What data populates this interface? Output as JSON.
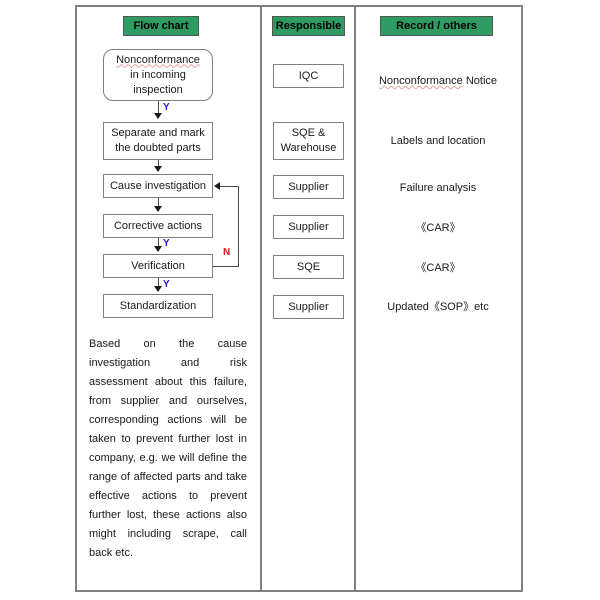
{
  "colors": {
    "header_green": "#2e9b63",
    "frame_border": "#808080",
    "box_border": "#7f7f7f",
    "yes_label": "#1d1ddb",
    "no_label": "#dd1111",
    "spellcheck_underline": "#e8a0a0"
  },
  "columns": {
    "flow": {
      "header": "Flow chart",
      "steps": [
        {
          "id": "nonconformance",
          "label": "Nonconformance\nin incoming\ninspection",
          "line1": "Nonconformance",
          "line2": "in incoming",
          "line3": "inspection",
          "shape": "rounded-rect",
          "spellcheck": true
        },
        {
          "id": "separate",
          "label": "Separate and mark\nthe doubted parts",
          "line1": "Separate and mark",
          "line2": "the doubted parts",
          "shape": "rect"
        },
        {
          "id": "cause-investigation",
          "label": "Cause investigation",
          "shape": "rect"
        },
        {
          "id": "corrective-actions",
          "label": "Corrective actions",
          "shape": "rect"
        },
        {
          "id": "verification",
          "label": "Verification",
          "shape": "rect"
        },
        {
          "id": "standardization",
          "label": "Standardization",
          "shape": "rect"
        }
      ],
      "branch_labels": {
        "yes_1": "Y",
        "yes_2": "Y",
        "yes_3": "Y",
        "no_1": "N"
      }
    },
    "responsible": {
      "header": "Responsible",
      "items": [
        {
          "id": "iqc",
          "label": "IQC"
        },
        {
          "id": "sqe-warehouse",
          "label": "SQE &\nWarehouse",
          "line1": "SQE &",
          "line2": "Warehouse"
        },
        {
          "id": "supplier-1",
          "label": "Supplier"
        },
        {
          "id": "supplier-2",
          "label": "Supplier"
        },
        {
          "id": "sqe",
          "label": "SQE"
        },
        {
          "id": "supplier-3",
          "label": "Supplier"
        }
      ]
    },
    "record": {
      "header": "Record / others",
      "items": [
        {
          "id": "nonconformance-notice",
          "word_spellcheck": "Nonconformance",
          "rest": " Notice",
          "label": "Nonconformance Notice"
        },
        {
          "id": "labels-and-location",
          "label": "Labels and location"
        },
        {
          "id": "failure-analysis",
          "label": "Failure analysis"
        },
        {
          "id": "car-1",
          "label": "《CAR》"
        },
        {
          "id": "car-2",
          "label": "《CAR》"
        },
        {
          "id": "updated-sop",
          "label": "Updated《SOP》etc"
        }
      ]
    }
  },
  "paragraph": {
    "text": "Based on the cause investigation and risk assessment about this failure, from supplier and ourselves, corresponding actions will be taken to prevent further lost in company, e.g. we will define the range of affected parts and take effective actions to prevent further lost, these actions also might including scrape, call back etc."
  }
}
